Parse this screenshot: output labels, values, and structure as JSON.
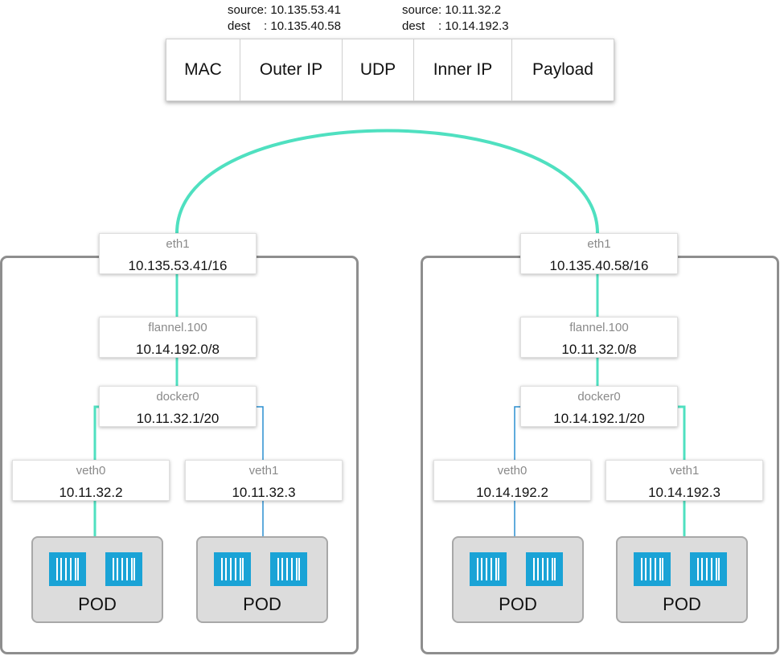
{
  "packet_header": {
    "outer": {
      "source": "source: 10.135.53.41",
      "dest": "dest    : 10.135.40.58"
    },
    "inner": {
      "source": "source: 10.11.32.2",
      "dest": "dest    : 10.14.192.3"
    },
    "fields": [
      "MAC",
      "Outer IP",
      "UDP",
      "Inner IP",
      "Payload"
    ]
  },
  "colors": {
    "tunnel": "#4fe0c0",
    "path": "#2a8fd0",
    "container": "#1aa3d6",
    "pod_bg": "#dcdcdc"
  },
  "hosts": [
    {
      "eth1": {
        "name": "eth1",
        "ip": "10.135.53.41/16"
      },
      "flannel": {
        "name": "flannel.100",
        "ip": "10.14.192.0/8"
      },
      "docker0": {
        "name": "docker0",
        "ip": "10.11.32.1/20"
      },
      "veths": [
        {
          "name": "veth0",
          "ip": "10.11.32.2"
        },
        {
          "name": "veth1",
          "ip": "10.11.32.3"
        }
      ],
      "pods": [
        {
          "label": "POD",
          "icon": "container-icon"
        },
        {
          "label": "POD",
          "icon": "container-icon"
        }
      ]
    },
    {
      "eth1": {
        "name": "eth1",
        "ip": "10.135.40.58/16"
      },
      "flannel": {
        "name": "flannel.100",
        "ip": "10.11.32.0/8"
      },
      "docker0": {
        "name": "docker0",
        "ip": "10.14.192.1/20"
      },
      "veths": [
        {
          "name": "veth0",
          "ip": "10.14.192.2"
        },
        {
          "name": "veth1",
          "ip": "10.14.192.3"
        }
      ],
      "pods": [
        {
          "label": "POD",
          "icon": "container-icon"
        },
        {
          "label": "POD",
          "icon": "container-icon"
        }
      ]
    }
  ]
}
